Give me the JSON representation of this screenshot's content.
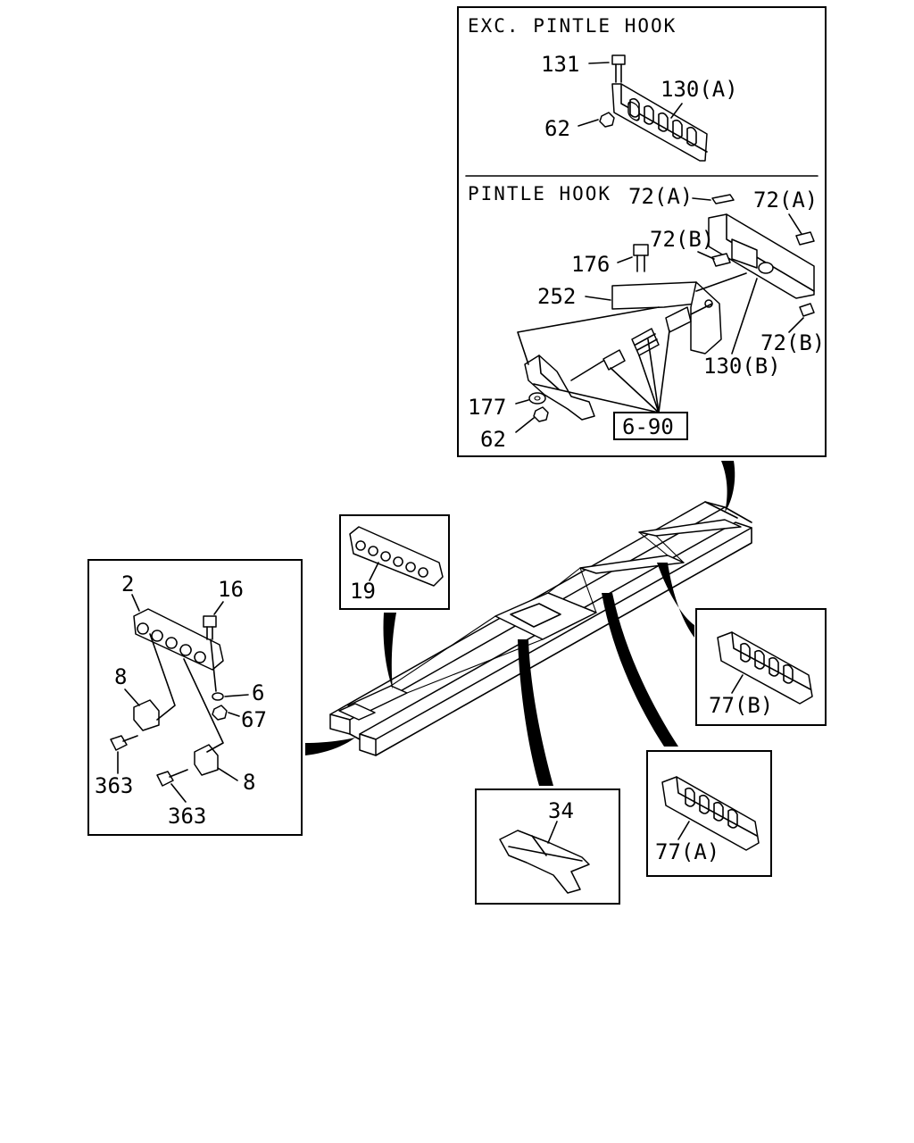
{
  "panels": {
    "exc_pintle": {
      "title": "EXC. PINTLE HOOK"
    },
    "pintle": {
      "title": "PINTLE HOOK",
      "reference": "6-90"
    }
  },
  "labels": {
    "p131": "131",
    "p130a": "130(A)",
    "p62_top": "62",
    "p72a_1": "72(A)",
    "p72a_2": "72(A)",
    "p72b_1": "72(B)",
    "p72b_2": "72(B)",
    "p176": "176",
    "p252": "252",
    "p130b": "130(B)",
    "p177": "177",
    "p62_mid": "62",
    "p19": "19",
    "p2": "2",
    "p16": "16",
    "p8_a": "8",
    "p6": "6",
    "p67": "67",
    "p363_a": "363",
    "p8_b": "8",
    "p363_b": "363",
    "p77b": "77(B)",
    "p34": "34",
    "p77a": "77(A)"
  }
}
